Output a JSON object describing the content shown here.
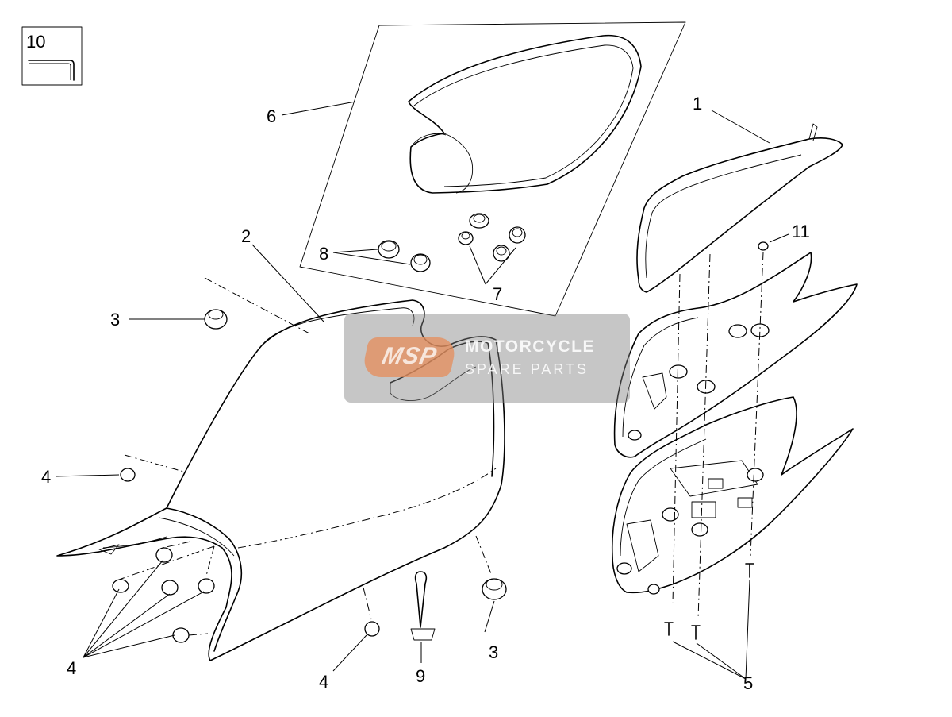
{
  "callouts": {
    "c1": "1",
    "c2": "2",
    "c3a": "3",
    "c3b": "3",
    "c4a": "4",
    "c4b": "4",
    "c4c": "4",
    "c5": "5",
    "c6": "6",
    "c7": "7",
    "c8": "8",
    "c9": "9",
    "c10": "10",
    "c11": "11"
  },
  "watermark": {
    "logo": "MSP",
    "line1": "MOTORCYCLE",
    "line2": "SPARE PARTS",
    "logo_color": "#e68c5a"
  }
}
